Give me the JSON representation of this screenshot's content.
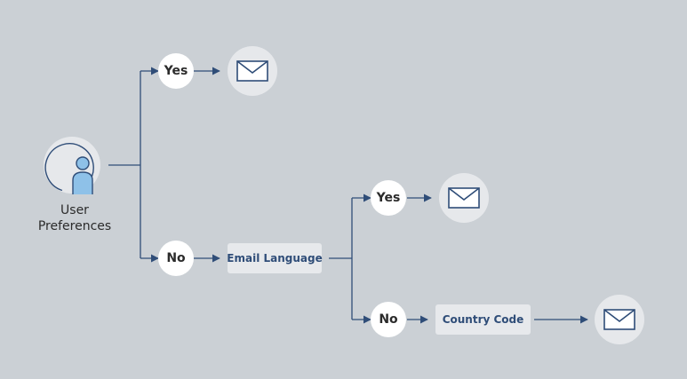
{
  "diagram": {
    "user": {
      "label_line1": "User",
      "label_line2": "Preferences",
      "icon": "user-icon"
    },
    "branch_top": {
      "yes_label": "Yes",
      "icon": "envelope-icon"
    },
    "branch_bottom": {
      "no_label": "No",
      "check_label": "Email Language"
    },
    "language_branch": {
      "yes_label": "Yes",
      "icon": "envelope-icon",
      "no_label": "No",
      "check_label": "Country Code",
      "final_icon": "envelope-icon"
    }
  },
  "colors": {
    "background": "#cbd0d5",
    "connector": "#2f4d78",
    "icon_stroke": "#2f4d78",
    "user_body": "#8ec1e8",
    "box_fill": "#e7e9ec",
    "box_text": "#2f4d78"
  }
}
